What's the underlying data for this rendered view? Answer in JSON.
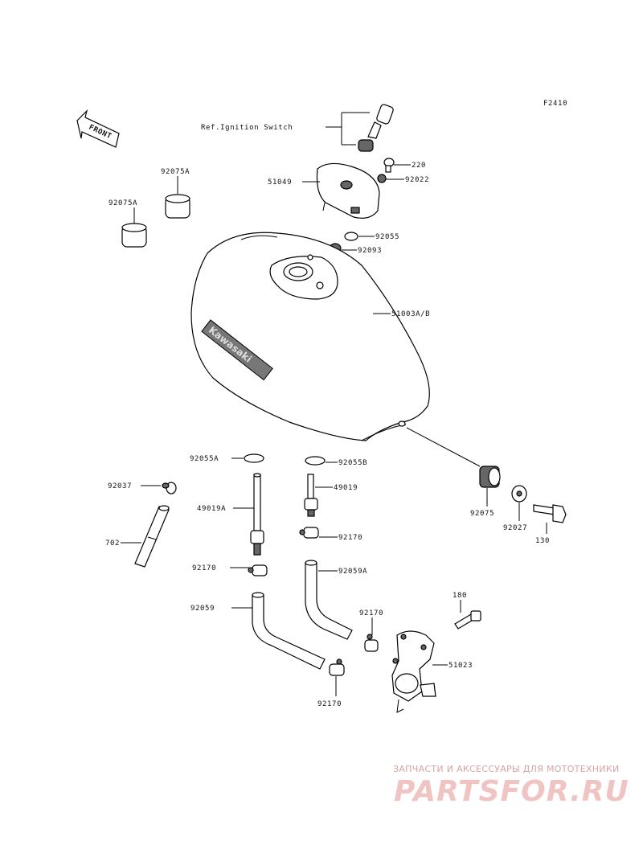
{
  "figure_code": "F2410",
  "front_label": "FRONT",
  "tank_brand": "Kawasaki",
  "labels": {
    "ref_ignition": "Ref.Ignition Switch",
    "p51049": "51049",
    "p220": "220",
    "p92022": "92022",
    "p92075A_top": "92075A",
    "p92075A_left": "92075A",
    "p92055": "92055",
    "p92093": "92093",
    "p51003": "51003A/B",
    "p92055A": "92055A",
    "p92055B": "92055B",
    "p92037": "92037",
    "p49019A": "49019A",
    "p49019": "49019",
    "p702": "702",
    "p92170_a": "92170",
    "p92170_b": "92170",
    "p92059A": "92059A",
    "p92059": "92059",
    "p92170_c": "92170",
    "p92170_d": "92170",
    "p180": "180",
    "p51023": "51023",
    "p92075": "92075",
    "p92027": "92027",
    "p130": "130"
  },
  "watermark": {
    "top_text": "ЗАПЧАСТИ И АКСЕССУАРЫ ДЛЯ МОТОТЕХНИКИ",
    "logo_text": "PARTSFOR.RU"
  }
}
